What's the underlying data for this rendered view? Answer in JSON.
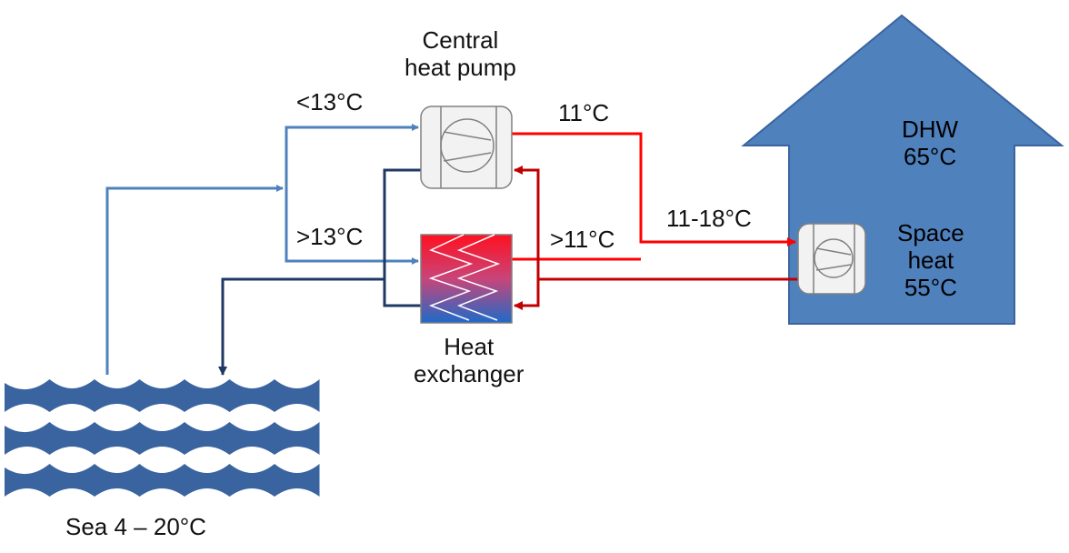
{
  "labels": {
    "central_heat_pump": [
      "Central",
      "heat pump"
    ],
    "heat_exchanger": [
      "Heat",
      "exchanger"
    ],
    "below_13": "<13°C",
    "above_13": ">13°C",
    "t_11": "11°C",
    "above_11": ">11°C",
    "range_11_18": "11-18°C",
    "dhw": [
      "DHW",
      "65°C"
    ],
    "space_heat": [
      "Space",
      "heat",
      "55°C"
    ],
    "sea": "Sea 4 – 20°C"
  },
  "colors": {
    "light_blue_pipe": "#4f81bd",
    "dark_blue_pipe": "#1f3864",
    "red_pipe": "#ff0000",
    "dark_red_pipe": "#c00000",
    "house": "#4f81bd",
    "sea": "#3a64a0"
  }
}
